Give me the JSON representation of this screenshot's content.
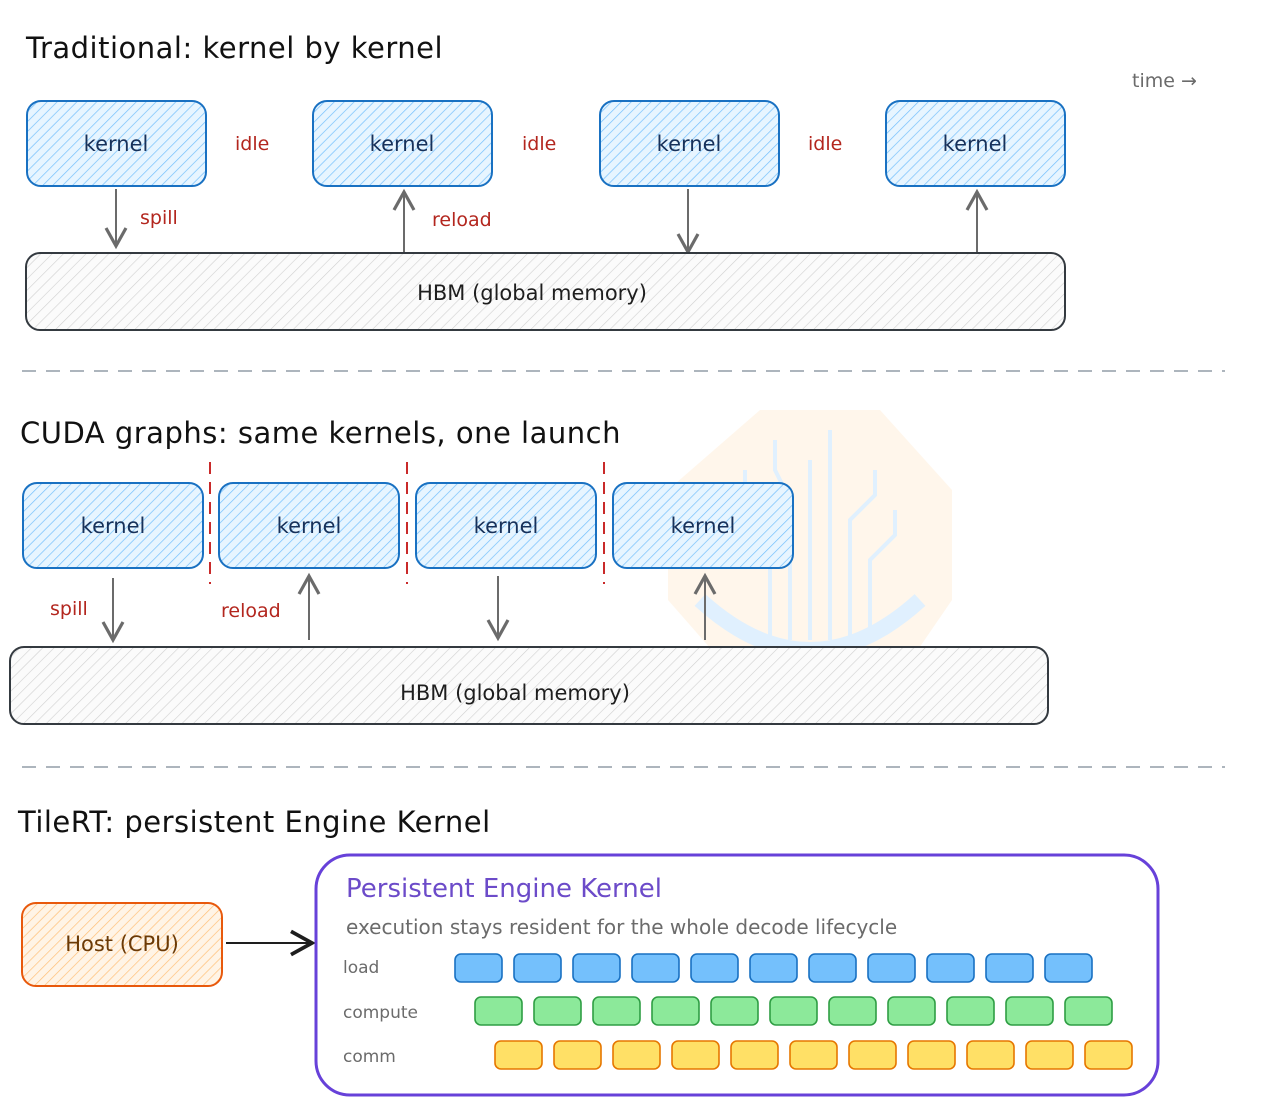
{
  "colors": {
    "kernel_fill": "#a5d8ff",
    "kernel_stroke": "#1971c2",
    "idle_text": "#b3261e",
    "hbm_stroke": "#343a40",
    "separator": "#adb5bd",
    "pek_border": "#6741d9",
    "host_fill": "#ffd8a8",
    "host_stroke": "#e8590c",
    "load": "#74c0fc",
    "compute": "#8ce99a",
    "comm": "#ffe066"
  },
  "section1": {
    "title": "Traditional: kernel by kernel",
    "time_label": "time →",
    "kernels": [
      "kernel",
      "kernel",
      "kernel",
      "kernel"
    ],
    "gaps": [
      "idle",
      "idle",
      "idle"
    ],
    "spill": "spill",
    "reload": "reload",
    "hbm": "HBM (global memory)"
  },
  "section2": {
    "title": "CUDA graphs: same kernels, one launch",
    "kernels": [
      "kernel",
      "kernel",
      "kernel",
      "kernel"
    ],
    "spill": "spill",
    "reload": "reload",
    "hbm": "HBM (global memory)"
  },
  "section3": {
    "title": "TileRT: persistent Engine Kernel",
    "host": "Host (CPU)",
    "pek_title": "Persistent Engine Kernel",
    "pek_subtitle": "execution stays resident for the whole decode lifecycle",
    "lanes": [
      {
        "label": "load",
        "blocks": 11,
        "color_key": "load"
      },
      {
        "label": "compute",
        "blocks": 11,
        "color_key": "compute"
      },
      {
        "label": "comm",
        "blocks": 11,
        "color_key": "comm"
      }
    ]
  }
}
